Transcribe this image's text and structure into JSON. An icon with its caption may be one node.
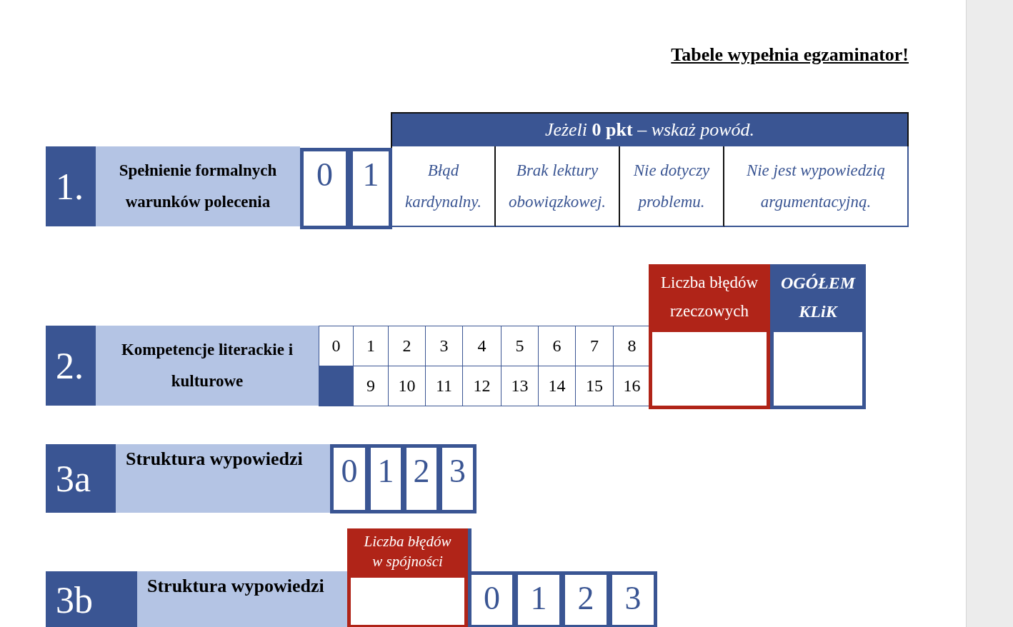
{
  "diagram": {
    "title": "Tabele wypełnia egzaminator!",
    "nodes": [
      {
        "text": [
          "1."
        ]
      },
      {
        "text": [
          "Spełnienie formalnych warunków polecenia"
        ]
      },
      {
        "text": [
          "0"
        ]
      },
      {
        "text": [
          "1"
        ]
      },
      {
        "text": [
          "Jeżeli **0 pkt** – wskaż powód."
        ]
      },
      {
        "text": [
          "Błąd kardynalny."
        ]
      },
      {
        "text": [
          "Brak lektury obowiązkowej."
        ]
      },
      {
        "text": [
          "Nie dotyczy problemu."
        ]
      },
      {
        "text": [
          "Nie jest wypowiedzią argumentacyjną."
        ]
      },
      {
        "text": [
          "2."
        ]
      },
      {
        "text": [
          "Kompetencje literackie i kulturowe"
        ]
      },
      {
        "text": [
          "0"
        ]
      },
      {
        "text": [
          "1"
        ]
      },
      {
        "text": [
          "2"
        ]
      },
      {
        "text": [
          "3"
        ]
      },
      {
        "text": [
          "4"
        ]
      },
      {
        "text": [
          "5"
        ]
      },
      {
        "text": [
          "6"
        ]
      },
      {
        "text": [
          "7"
        ]
      },
      {
        "text": [
          "8"
        ]
      },
      {
        "text": [],
        "shape": "box"
      },
      {
        "text": [
          "9"
        ]
      },
      {
        "text": [
          "10"
        ]
      },
      {
        "text": [
          "11"
        ]
      },
      {
        "text": [
          "12"
        ]
      },
      {
        "text": [
          "13"
        ]
      },
      {
        "text": [
          "14"
        ]
      },
      {
        "text": [
          "15"
        ]
      },
      {
        "text": [
          "16"
        ]
      },
      {
        "text": [
          "Liczba błędów rzeczowych"
        ]
      },
      {
        "text": [],
        "shape": "box"
      },
      {
        "text": [
          "OGÓŁEM KLiK"
        ]
      },
      {
        "text": [],
        "shape": "box"
      },
      {
        "text": [
          "3a"
        ]
      },
      {
        "text": [
          "Struktura wypowiedzi"
        ]
      },
      {
        "text": [
          "0"
        ]
      },
      {
        "text": [
          "1"
        ]
      },
      {
        "text": [
          "2"
        ]
      },
      {
        "text": [
          "3"
        ]
      },
      {
        "text": [
          "3b"
        ]
      },
      {
        "text": [
          "Struktura wypowiedzi"
        ]
      },
      {
        "text": [
          "Liczba błędów w spójności"
        ]
      },
      {
        "text": [],
        "shape": "box"
      },
      {
        "text": [
          "0"
        ]
      },
      {
        "text": [
          "1"
        ]
      },
      {
        "text": [
          "2"
        ]
      },
      {
        "text": [
          "3"
        ]
      }
    ]
  }
}
